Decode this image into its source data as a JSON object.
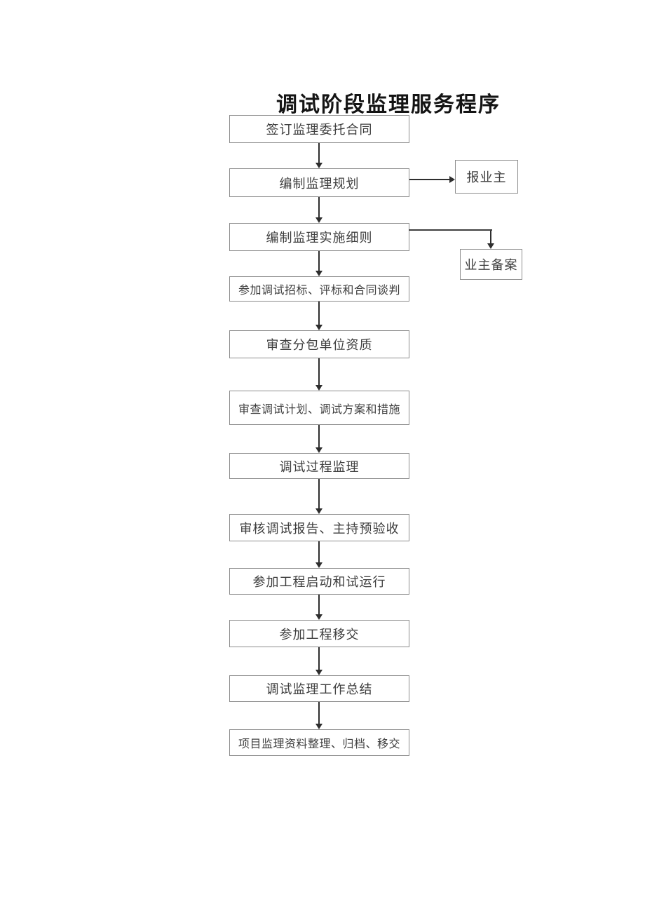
{
  "page": {
    "background": "#ffffff"
  },
  "diagram": {
    "title": "调试阶段监理服务程序",
    "steps": [
      "签订监理委托合同",
      "编制监理规划",
      "编制监理实施细则",
      "参加调试招标、评标和合同谈判",
      "审查分包单位资质",
      "审查调试计划、调试方案和措施",
      "调试过程监理",
      "审核调试报告、主持预验收",
      "参加工程启动和试运行",
      "参加工程移交",
      "调试监理工作总结",
      "项目监理资料整理、归档、移交"
    ],
    "branches": [
      {
        "label": "报业主",
        "from_step": "编制监理规划"
      },
      {
        "label": "业主备案",
        "from_step": "编制监理实施细则"
      }
    ],
    "colors": {
      "line": "#2e2e2e",
      "box_border": "#8d8d8d",
      "text": "#3e3e3e",
      "title_text": "#141414"
    }
  }
}
